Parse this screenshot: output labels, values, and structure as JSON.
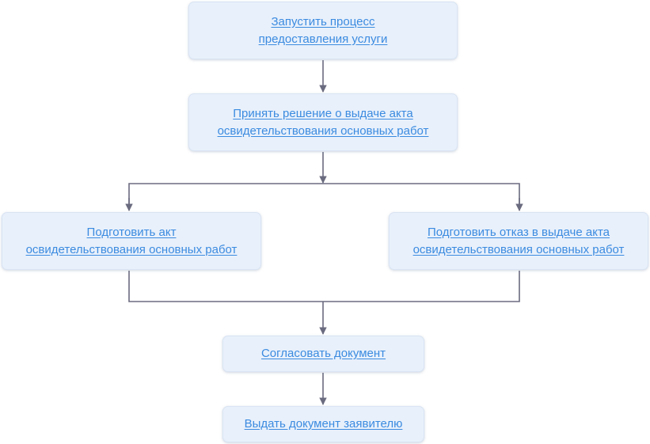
{
  "nodes": {
    "start": "Запустить процесс\nпредоставления услуги",
    "decide": "Принять решение о выдаче акта \nосвидетельствования основных работ",
    "prepare_act": "Подготовить акт\nосвидетельствования основных работ",
    "prepare_refusal": "Подготовить отказ в выдаче акта\nосвидетельствования основных работ",
    "approve": "Согласовать документ",
    "issue": "Выдать документ заявителю"
  },
  "colors": {
    "node_fill": "#e8f0fb",
    "link_text": "#3b8be0",
    "connector": "#6b6b80"
  }
}
